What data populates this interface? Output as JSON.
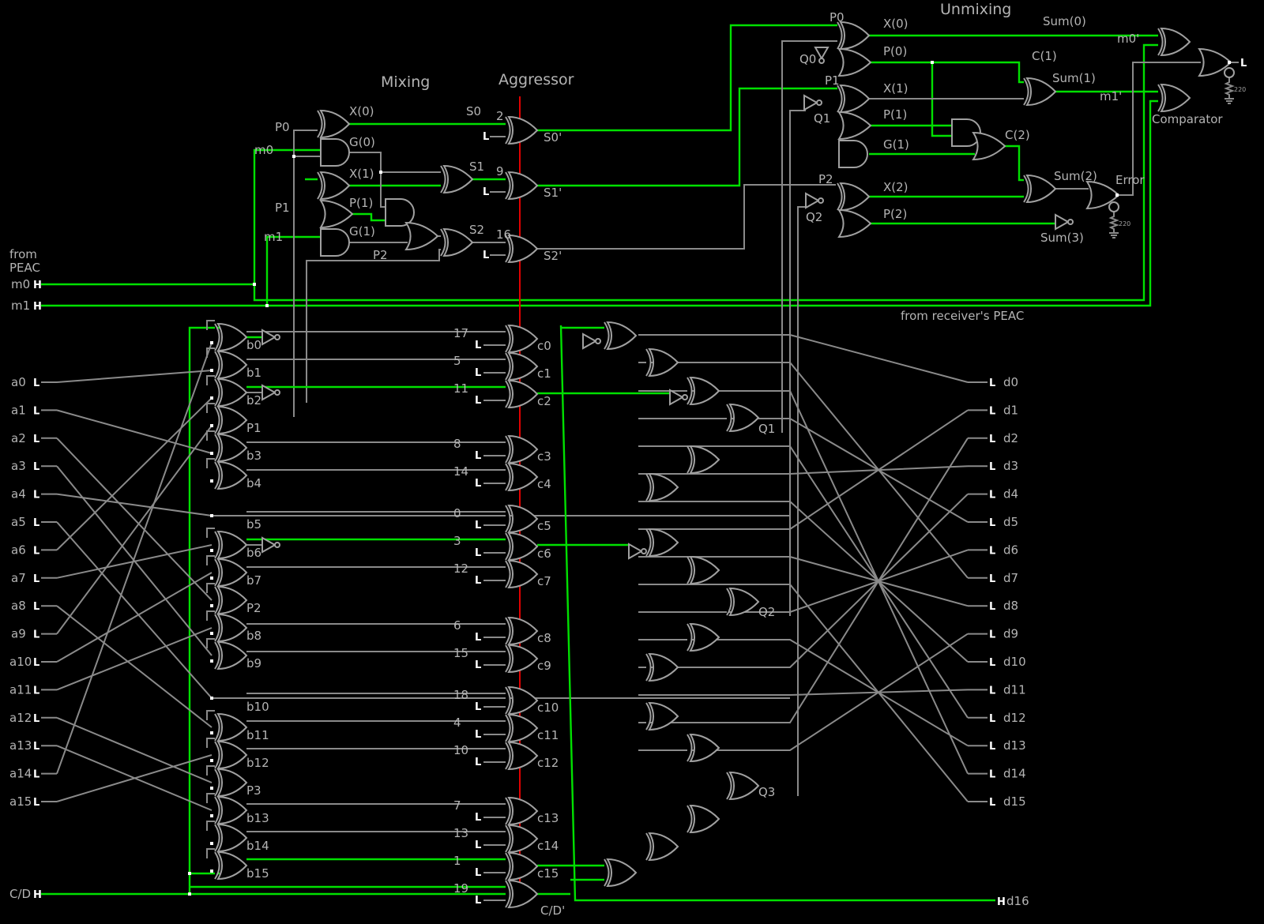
{
  "titles": {
    "mixing": "Mixing",
    "aggressor": "Aggressor",
    "unmixing": "Unmixing",
    "comparator": "Comparator",
    "from_peac": [
      "from",
      "PEAC"
    ],
    "from_receiver": "from receiver's PEAC"
  },
  "colors": {
    "wire": "#8a8a8a",
    "active": "#00e000",
    "aggressor": "#e00000",
    "background": "#000000"
  },
  "left_inputs": {
    "m": [
      {
        "name": "m0",
        "state": "H"
      },
      {
        "name": "m1",
        "state": "H"
      }
    ],
    "a": [
      {
        "name": "a0",
        "state": "L"
      },
      {
        "name": "a1",
        "state": "L"
      },
      {
        "name": "a2",
        "state": "L"
      },
      {
        "name": "a3",
        "state": "L"
      },
      {
        "name": "a4",
        "state": "L"
      },
      {
        "name": "a5",
        "state": "L"
      },
      {
        "name": "a6",
        "state": "L"
      },
      {
        "name": "a7",
        "state": "L"
      },
      {
        "name": "a8",
        "state": "L"
      },
      {
        "name": "a9",
        "state": "L"
      },
      {
        "name": "a10",
        "state": "L"
      },
      {
        "name": "a11",
        "state": "L"
      },
      {
        "name": "a12",
        "state": "L"
      },
      {
        "name": "a13",
        "state": "L"
      },
      {
        "name": "a14",
        "state": "L"
      },
      {
        "name": "a15",
        "state": "L"
      }
    ],
    "cd": {
      "name": "C/D",
      "state": "H"
    }
  },
  "mixing": {
    "P_labels": [
      "P0",
      "P1",
      "P2"
    ],
    "m_labels": [
      "m0",
      "m1"
    ],
    "gate_labels": [
      "X(0)",
      "G(0)",
      "X(1)",
      "P(1)",
      "G(1)"
    ],
    "S_labels": [
      "S0",
      "S1",
      "S2"
    ]
  },
  "b_labels": [
    "b0",
    "b1",
    "b2",
    "P1",
    "b3",
    "b4",
    "b5",
    "b6",
    "b7",
    "P2",
    "b8",
    "b9",
    "b10",
    "b11",
    "b12",
    "P3",
    "b13",
    "b14",
    "b15"
  ],
  "aggressor": {
    "s_rows": [
      {
        "index": "2",
        "pin": "L",
        "out": "S0'"
      },
      {
        "index": "9",
        "pin": "L",
        "out": "S1'"
      },
      {
        "index": "16",
        "pin": "L",
        "out": "S2'"
      }
    ],
    "c_rows": [
      {
        "index": "17",
        "pin": "L",
        "out": "c0"
      },
      {
        "index": "5",
        "pin": "L",
        "out": "c1"
      },
      {
        "index": "11",
        "pin": "L",
        "out": "c2"
      },
      {
        "index": "8",
        "pin": "L",
        "out": "c3"
      },
      {
        "index": "14",
        "pin": "L",
        "out": "c4"
      },
      {
        "index": "0",
        "pin": "L",
        "out": "c5"
      },
      {
        "index": "3",
        "pin": "L",
        "out": "c6"
      },
      {
        "index": "12",
        "pin": "L",
        "out": "c7"
      },
      {
        "index": "6",
        "pin": "L",
        "out": "c8"
      },
      {
        "index": "15",
        "pin": "L",
        "out": "c9"
      },
      {
        "index": "18",
        "pin": "L",
        "out": "c10"
      },
      {
        "index": "4",
        "pin": "L",
        "out": "c11"
      },
      {
        "index": "10",
        "pin": "L",
        "out": "c12"
      },
      {
        "index": "7",
        "pin": "L",
        "out": "c13"
      },
      {
        "index": "13",
        "pin": "L",
        "out": "c14"
      },
      {
        "index": "1",
        "pin": "L",
        "out": "c15"
      },
      {
        "index": "19",
        "pin": "L",
        "out": "C/D'"
      }
    ]
  },
  "Q_labels": [
    "Q1",
    "Q2",
    "Q3"
  ],
  "unmixing": {
    "labels": [
      "P0",
      "X(0)",
      "Q0",
      "P(0)",
      "P1",
      "X(1)",
      "Q1",
      "P(1)",
      "G(1)",
      "P2",
      "X(2)",
      "Q2",
      "P(2)",
      "C(1)",
      "Sum(1)",
      "C(2)",
      "Sum(2)",
      "Sum(3)",
      "Sum(0)",
      "m0'",
      "m1'",
      "Error"
    ],
    "resistor_value": "220",
    "output_pin": "L"
  },
  "outputs": [
    {
      "name": "d0",
      "state": "L"
    },
    {
      "name": "d1",
      "state": "L"
    },
    {
      "name": "d2",
      "state": "L"
    },
    {
      "name": "d3",
      "state": "L"
    },
    {
      "name": "d4",
      "state": "L"
    },
    {
      "name": "d5",
      "state": "L"
    },
    {
      "name": "d6",
      "state": "L"
    },
    {
      "name": "d7",
      "state": "L"
    },
    {
      "name": "d8",
      "state": "L"
    },
    {
      "name": "d9",
      "state": "L"
    },
    {
      "name": "d10",
      "state": "L"
    },
    {
      "name": "d11",
      "state": "L"
    },
    {
      "name": "d12",
      "state": "L"
    },
    {
      "name": "d13",
      "state": "L"
    },
    {
      "name": "d14",
      "state": "L"
    },
    {
      "name": "d15",
      "state": "L"
    },
    {
      "name": "d16",
      "state": "H"
    }
  ]
}
